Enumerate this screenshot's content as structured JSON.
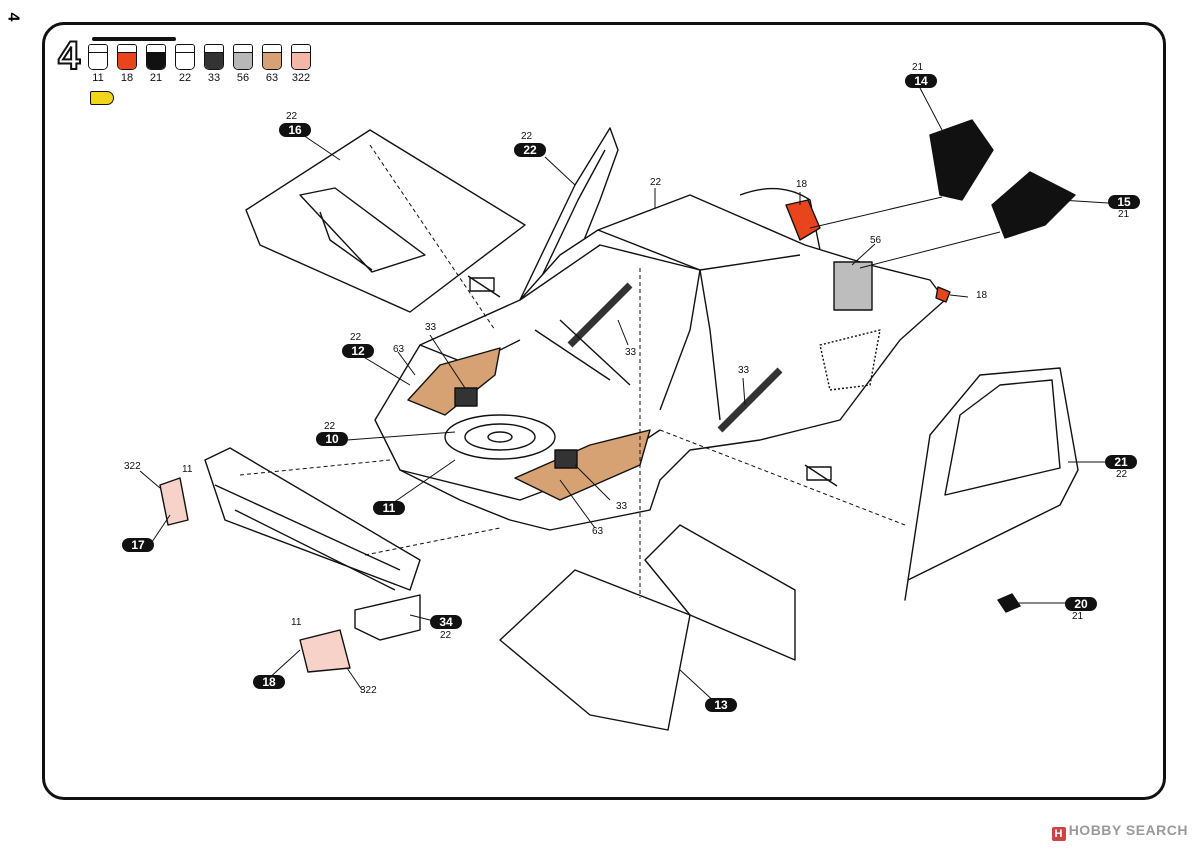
{
  "page_number": "4",
  "step_number": "4",
  "paints": [
    {
      "code": "11",
      "color": "#ffffff"
    },
    {
      "code": "18",
      "color": "#e8451c"
    },
    {
      "code": "21",
      "color": "#111111"
    },
    {
      "code": "22",
      "color": "#ffffff"
    },
    {
      "code": "33",
      "color": "#333333"
    },
    {
      "code": "56",
      "color": "#b8b8b8"
    },
    {
      "code": "63",
      "color": "#d6a273"
    },
    {
      "code": "322",
      "color": "#f2b7a8"
    }
  ],
  "colors": {
    "copper": "#d6a273",
    "orange": "#e8451c",
    "black": "#111111",
    "grey": "#bdbdbd",
    "glue": "#f2d51b"
  },
  "labels": {
    "hood_color": "22",
    "hood_part": "16",
    "windshield_color": "22",
    "windshield_part": "22",
    "roof_color": "22",
    "scoop_top_color": "21",
    "scoop_top_part": "14",
    "scoop_right_part": "15",
    "scoop_right_color": "21",
    "orange_color": "18",
    "tank_color": "56",
    "rear_light_color": "18",
    "fender_color": "22",
    "fender_part": "12",
    "trunk_left_copper": "63",
    "trunk_left_dark": "33",
    "bar_left": "33",
    "bar_right": "33",
    "panel_color": "22",
    "panel_part": "10",
    "trunk_floor_part": "11",
    "trunk_right_dark": "33",
    "trunk_right_copper": "63",
    "left_lamp_color": "322",
    "left_lamp_clear": "11",
    "left_lamp_part": "17",
    "bottom_lamp_clear": "11",
    "bottom_lamp_part": "18",
    "bottom_lamp_color": "322",
    "skirt_part": "34",
    "skirt_color": "22",
    "door_part": "21",
    "door_color": "22",
    "mirror_part": "20",
    "mirror_color": "21",
    "floor_part": "13"
  },
  "watermark": {
    "icon": "H",
    "text": "HOBBY SEARCH"
  }
}
